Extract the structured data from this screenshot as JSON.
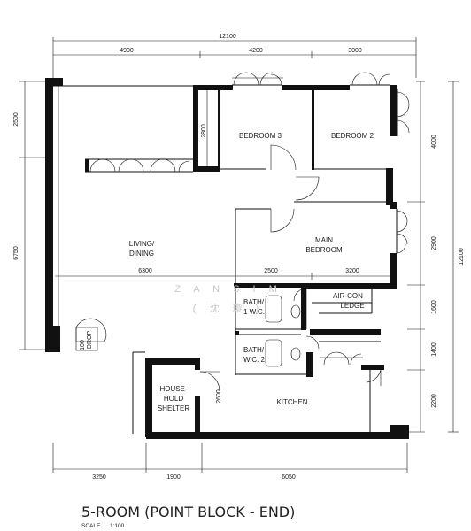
{
  "dimensions": {
    "top_total": "12100",
    "top_segments": [
      "4900",
      "4200",
      "3000"
    ],
    "left_segments": [
      "2500",
      "6750"
    ],
    "right_segments": [
      "4000",
      "2900",
      "1600",
      "1400",
      "2200"
    ],
    "right_total": "12100",
    "bottom_segments": [
      "3250",
      "1900",
      "6050"
    ],
    "inner": {
      "bedroom3_depth": "2800",
      "living_width": "6300",
      "main_left": "2500",
      "main_right": "3200",
      "shelter_width": "2600",
      "household_gap": "100"
    }
  },
  "rooms": {
    "bedroom3": "BEDROOM 3",
    "bedroom2": "BEDROOM 2",
    "living_line1": "LIVING/",
    "living_line2": "DINING",
    "main_line1": "MAIN",
    "main_line2": "BEDROOM",
    "aircon_line1": "AIR-CON",
    "aircon_line2": "LEDGE",
    "bath1_line1": "BATH/",
    "bath1_line2": "1 W.C.",
    "bath2_line1": "BATH/",
    "bath2_line2": "W.C. 2",
    "shelter_line1": "HOUSE-",
    "shelter_line2": "HOLD",
    "shelter_line3": "SHELTER",
    "kitchen": "KITCHEN",
    "refuse": "DROP"
  },
  "watermark": {
    "line1": "Z A N   S I M",
    "line2": "( 沈   瓊 )"
  },
  "title": "5-ROOM (POINT BLOCK - END)",
  "scale_label": "SCALE",
  "scale_value": "1:100"
}
